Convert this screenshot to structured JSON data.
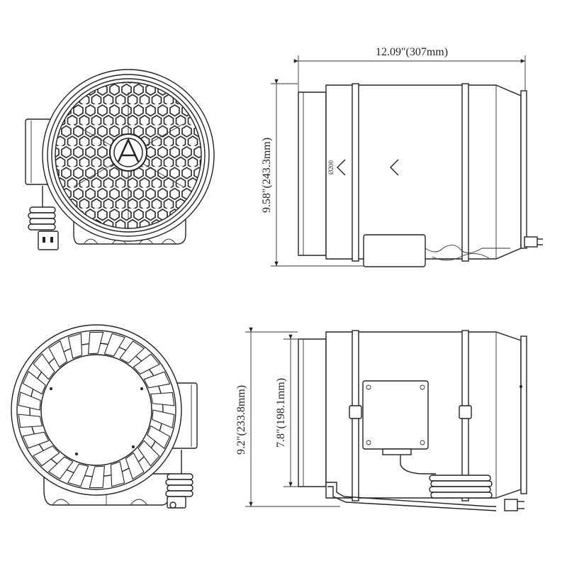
{
  "dimensions": {
    "length": "12.09\"(307mm)",
    "height_top": "9.58\"(243.3mm)",
    "height_bottom": "9.2\"(233.8mm)",
    "inner_height": "7.8\"(198.1mm)"
  },
  "duct_marking": "Ø200",
  "colors": {
    "line": "#222222",
    "background": "#ffffff"
  }
}
